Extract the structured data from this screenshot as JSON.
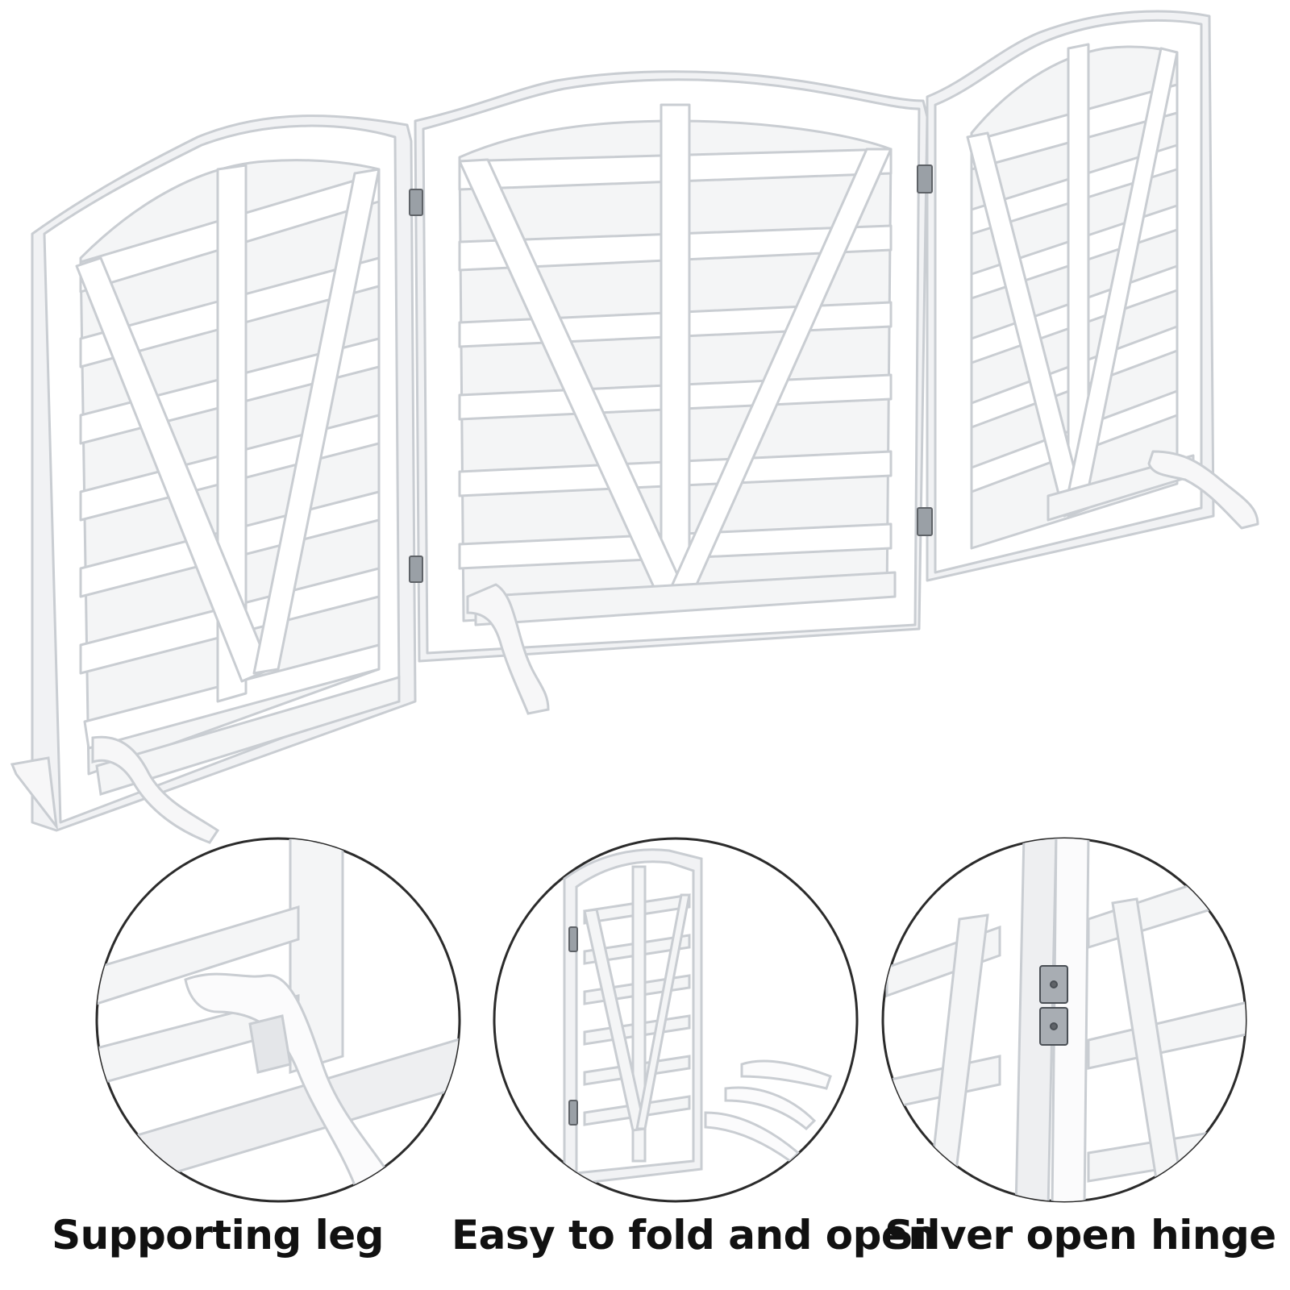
{
  "colors": {
    "background": "#ffffff",
    "panel": "#ffffff",
    "panel_edge": "#c9cdd2",
    "panel_shadow": "#e6e8eb",
    "hinge": "#8a8f96",
    "circle_border": "#2b2b2b",
    "caption": "#111111"
  },
  "product": {
    "name": "folding-pet-gate",
    "panel_count": 3
  },
  "details": [
    {
      "caption": "Supporting leg",
      "icon": "supporting-leg-closeup"
    },
    {
      "caption": "Easy to fold and open",
      "icon": "folded-gate-closeup"
    },
    {
      "caption": "Silver open hinge",
      "icon": "hinge-closeup"
    }
  ]
}
